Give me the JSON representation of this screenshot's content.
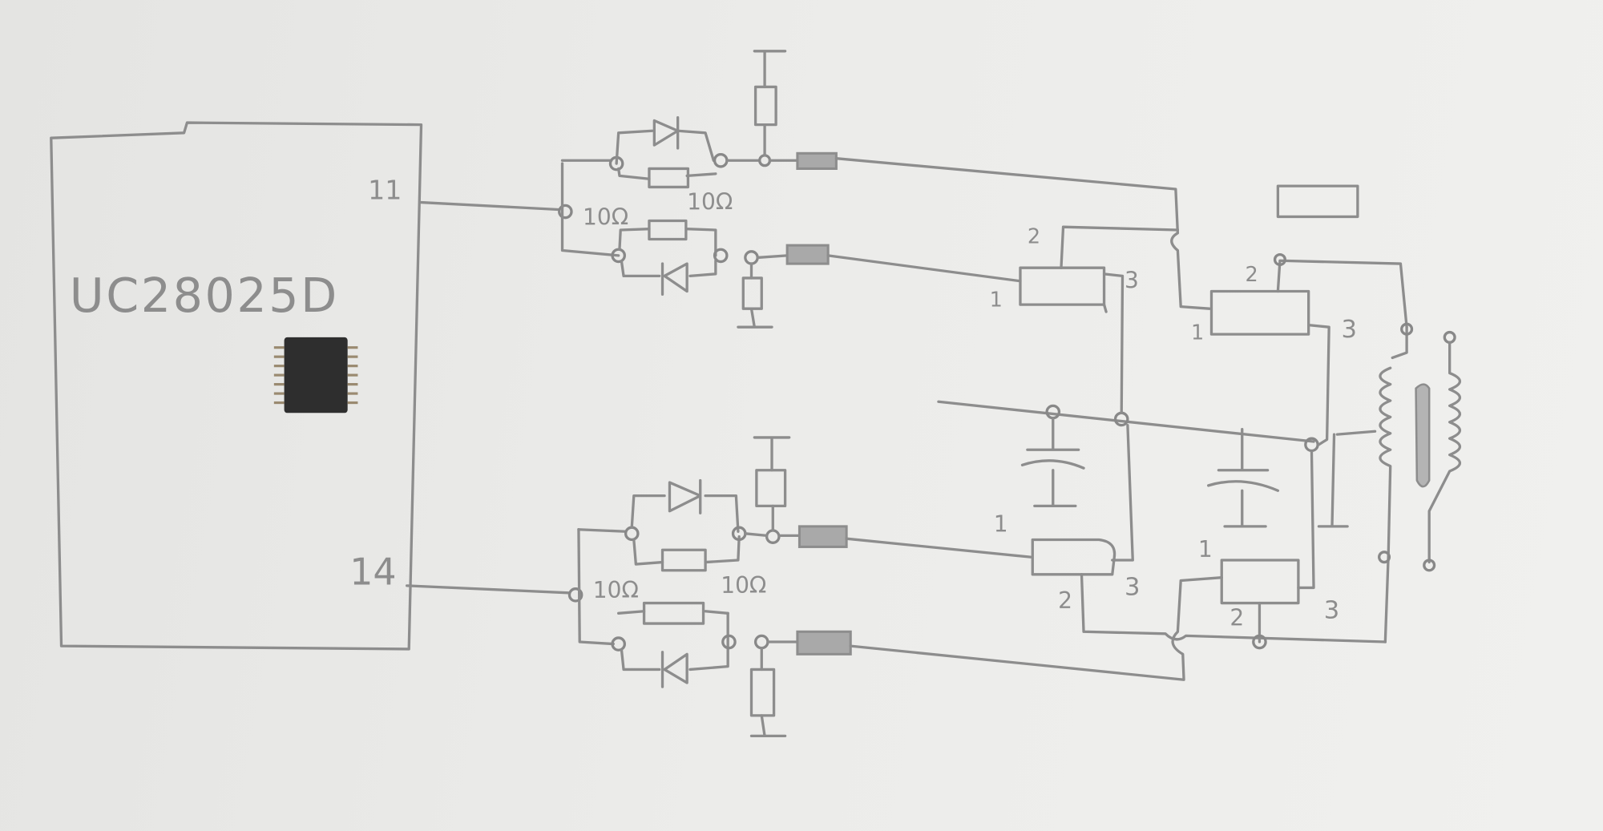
{
  "chip": {
    "part_number": "UC28025D",
    "pin_a": "11",
    "pin_b": "14"
  },
  "gate_drivers": {
    "top": {
      "r1": "10Ω",
      "r2": "10Ω"
    },
    "bottom": {
      "r1": "10Ω",
      "r2": "10Ω"
    }
  },
  "mosfets": {
    "top_left": {
      "p1": "1",
      "p2": "2",
      "p3": "3"
    },
    "top_right": {
      "p1": "1",
      "p2": "2",
      "p3": "3"
    },
    "bottom_left": {
      "p1": "1",
      "p2": "2",
      "p3": "3"
    },
    "bottom_right": {
      "p1": "1",
      "p2": "2",
      "p3": "3"
    }
  }
}
